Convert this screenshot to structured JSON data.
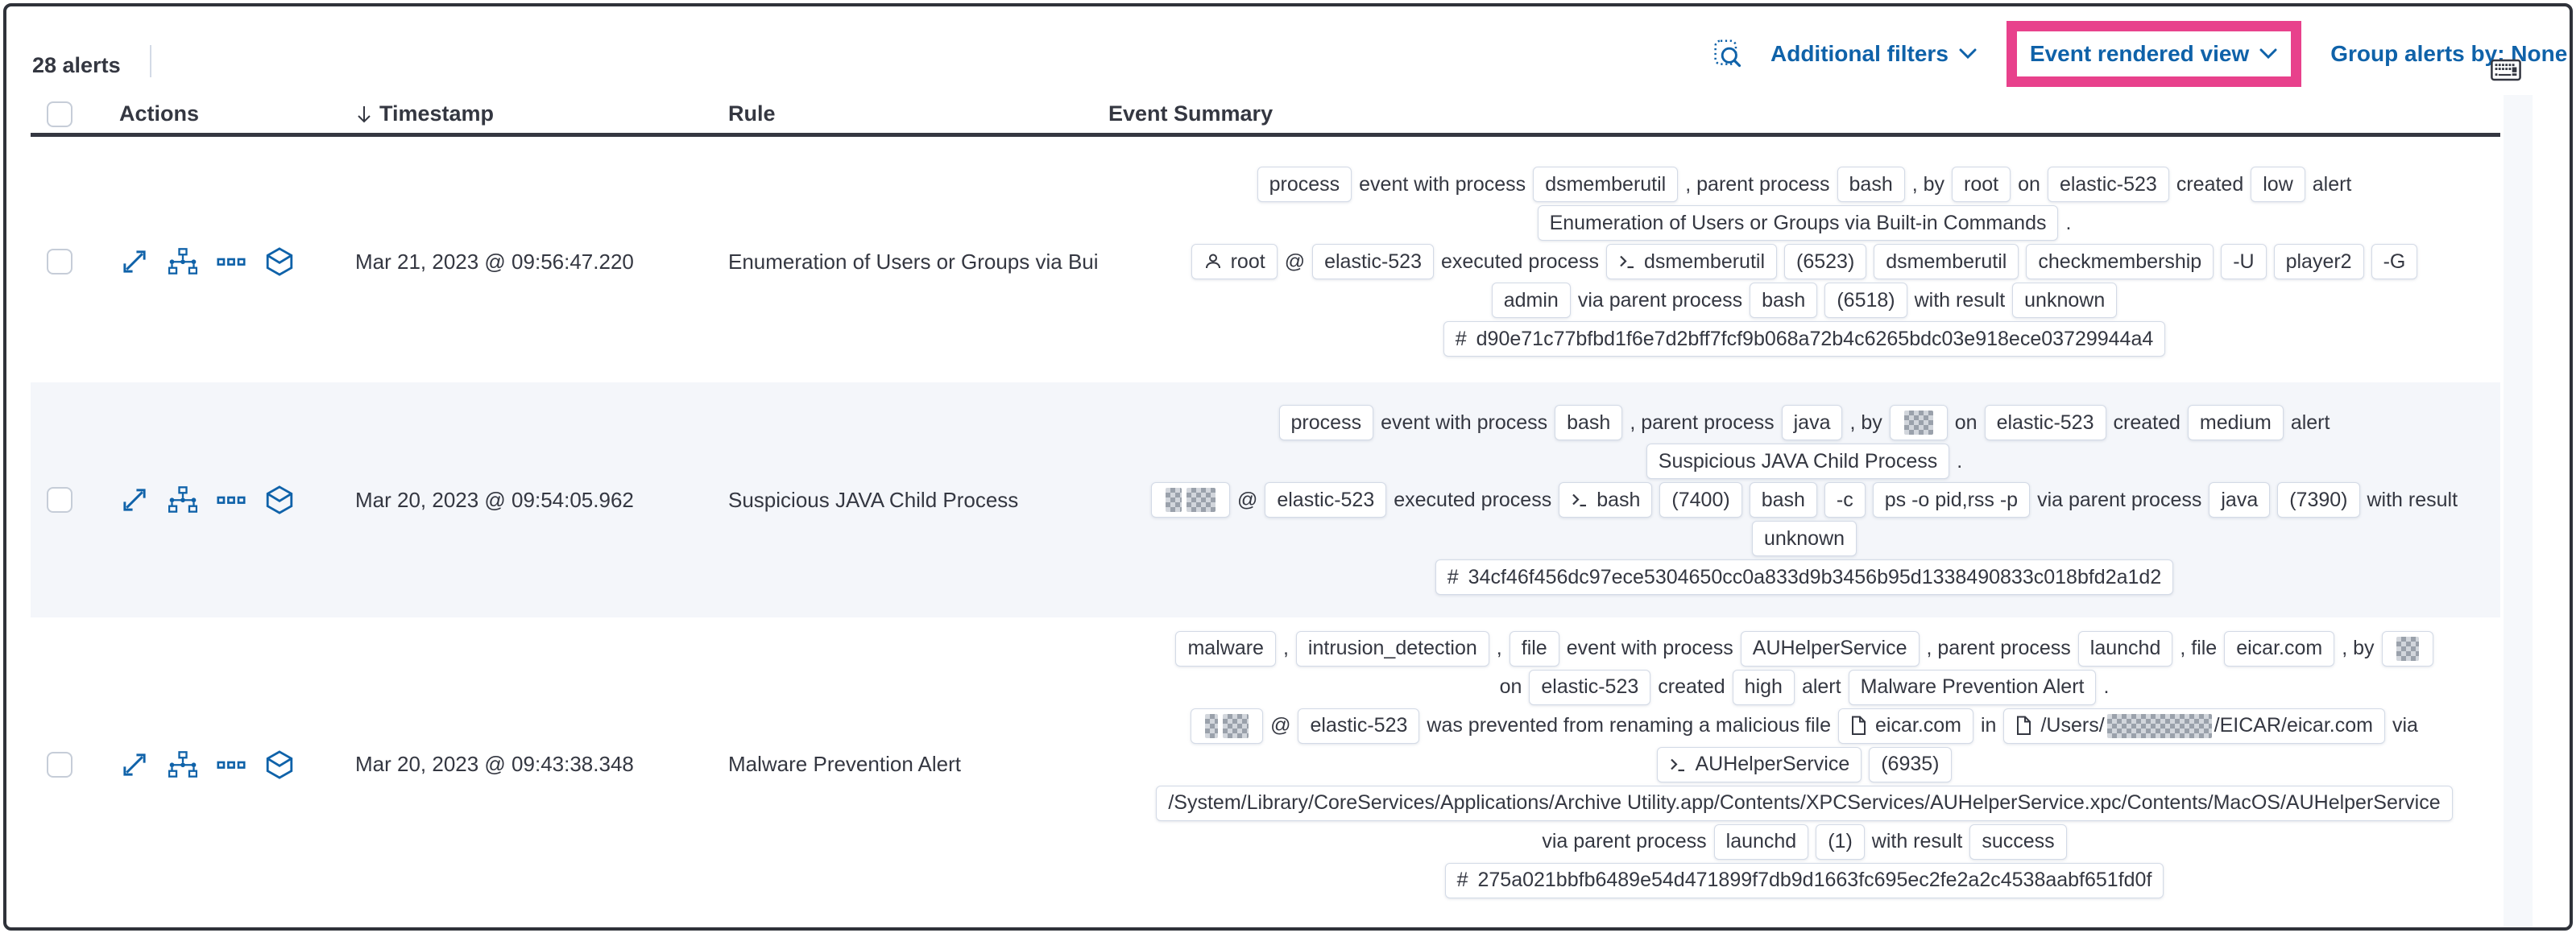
{
  "toolbar": {
    "alert_count": "28 alerts",
    "buttons": {
      "additional_filters": "Additional filters",
      "view_selector": "Event rendered view",
      "group_alerts_by": "Group alerts by: None"
    },
    "icons": {
      "left": "inspect-icon",
      "right": "keyboard-icon"
    },
    "highlight_color": "#e8418c"
  },
  "table": {
    "headers": {
      "actions": "Actions",
      "timestamp": "Timestamp",
      "rule": "Rule",
      "summary": "Event Summary"
    },
    "sort": {
      "column": "Timestamp",
      "direction": "desc"
    },
    "action_icons": [
      "expand-icon",
      "analyzer-icon",
      "more-actions-icon",
      "cube-icon"
    ],
    "rows": [
      {
        "timestamp": "Mar 21, 2023 @ 09:56:47.220",
        "rule": "Enumeration of Users or Groups via Bui",
        "summary": [
          [
            {
              "b": "process"
            },
            {
              "t": "event with process"
            },
            {
              "b": "dsmemberutil"
            },
            {
              "t": ", parent process"
            },
            {
              "b": "bash"
            },
            {
              "t": ", by"
            },
            {
              "b": "root"
            },
            {
              "t": "on"
            },
            {
              "b": "elastic-523"
            },
            {
              "t": "created"
            },
            {
              "b": "low"
            },
            {
              "t": "alert"
            }
          ],
          [
            {
              "b": "Enumeration of Users or Groups via Built-in Commands"
            },
            {
              "t": "."
            }
          ],
          [
            {
              "b": "root",
              "icon": "user"
            },
            {
              "t": "@"
            },
            {
              "b": "elastic-523"
            },
            {
              "t": "executed process"
            },
            {
              "b": "dsmemberutil",
              "icon": "terminal"
            },
            {
              "b": "(6523)"
            },
            {
              "b": "dsmemberutil"
            },
            {
              "b": "checkmembership"
            },
            {
              "b": "-U"
            },
            {
              "b": "player2"
            },
            {
              "b": "-G"
            }
          ],
          [
            {
              "b": "admin"
            },
            {
              "t": "via parent process"
            },
            {
              "b": "bash"
            },
            {
              "b": "(6518)"
            },
            {
              "t": "with result"
            },
            {
              "b": "unknown"
            }
          ],
          [
            {
              "b": "d90e71c77bfbd1f6e7d2bff7fcf9b068a72b4c6265bdc03e918ece03729944a4",
              "icon": "hash"
            }
          ]
        ]
      },
      {
        "timestamp": "Mar 20, 2023 @ 09:54:05.962",
        "rule": "Suspicious JAVA Child Process",
        "summary": [
          [
            {
              "b": "process"
            },
            {
              "t": "event with process"
            },
            {
              "b": "bash"
            },
            {
              "t": ", parent process"
            },
            {
              "b": "java"
            },
            {
              "t": ", by"
            },
            {
              "b": [
                {
                  "r": 36
                }
              ]
            },
            {
              "t": "on"
            },
            {
              "b": "elastic-523"
            },
            {
              "t": "created"
            },
            {
              "b": "medium"
            },
            {
              "t": "alert"
            }
          ],
          [
            {
              "b": "Suspicious JAVA Child Process"
            },
            {
              "t": "."
            }
          ],
          [
            {
              "b": [
                {
                  "r": 20
                },
                {
                  "r": 36
                }
              ]
            },
            {
              "t": "@"
            },
            {
              "b": "elastic-523"
            },
            {
              "t": "executed process"
            },
            {
              "b": "bash",
              "icon": "terminal"
            },
            {
              "b": "(7400)"
            },
            {
              "b": "bash"
            },
            {
              "b": "-c"
            },
            {
              "b": "ps -o pid,rss -p"
            },
            {
              "t": "via parent process"
            },
            {
              "b": "java"
            },
            {
              "b": "(7390)"
            },
            {
              "t": "with result"
            }
          ],
          [
            {
              "b": "unknown"
            }
          ],
          [
            {
              "b": "34cf46f456dc97ece5304650cc0a833d9b3456b95d1338490833c018bfd2a1d2",
              "icon": "hash"
            }
          ]
        ]
      },
      {
        "timestamp": "Mar 20, 2023 @ 09:43:38.348",
        "rule": "Malware Prevention Alert",
        "summary": [
          [
            {
              "b": "malware"
            },
            {
              "t": ","
            },
            {
              "b": "intrusion_detection"
            },
            {
              "t": ","
            },
            {
              "b": "file"
            },
            {
              "t": "event with process"
            },
            {
              "b": "AUHelperService"
            },
            {
              "t": ", parent process"
            },
            {
              "b": "launchd"
            },
            {
              "t": ", file"
            },
            {
              "b": "eicar.com"
            },
            {
              "t": ", by"
            },
            {
              "b": [
                {
                  "r": 28
                }
              ]
            }
          ],
          [
            {
              "t": "on"
            },
            {
              "b": "elastic-523"
            },
            {
              "t": "created"
            },
            {
              "b": "high"
            },
            {
              "t": "alert"
            },
            {
              "b": "Malware Prevention Alert"
            },
            {
              "t": "."
            }
          ],
          [
            {
              "b": [
                {
                  "r": 16
                },
                {
                  "r": 32
                }
              ]
            },
            {
              "t": "@"
            },
            {
              "b": "elastic-523"
            },
            {
              "t": "was prevented from renaming a malicious file"
            },
            {
              "b": "eicar.com",
              "icon": "file"
            },
            {
              "t": "in"
            },
            {
              "b": [
                {
                  "t": "/Users/"
                },
                {
                  "r": 130
                },
                {
                  "t": "/EICAR/eicar.com"
                }
              ],
              "icon": "file"
            },
            {
              "t": "via"
            }
          ],
          [
            {
              "b": "AUHelperService",
              "icon": "terminal"
            },
            {
              "b": "(6935)"
            }
          ],
          [
            {
              "b": "/System/Library/CoreServices/Applications/Archive Utility.app/Contents/XPCServices/AUHelperService.xpc/Contents/MacOS/AUHelperService"
            }
          ],
          [
            {
              "t": "via parent process"
            },
            {
              "b": "launchd"
            },
            {
              "b": "(1)"
            },
            {
              "t": "with result"
            },
            {
              "b": "success"
            }
          ],
          [
            {
              "b": "275a021bbfb6489e54d471899f7db9d1663fc695ec2fe2a2c4538aabf651fd0f",
              "icon": "hash"
            }
          ]
        ]
      }
    ]
  },
  "colors": {
    "link_blue": "#0f62a9",
    "text": "#343741",
    "badge_border": "#d3dae6",
    "row_alt_bg": "#f4f6fa",
    "highlight_pink": "#e8418c"
  }
}
